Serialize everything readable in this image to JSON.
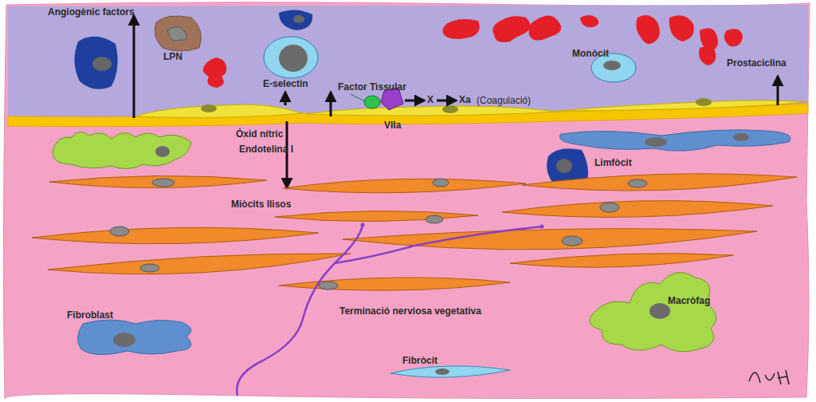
{
  "diagram": {
    "labels": [
      "Angiogènic factors",
      "LPN",
      "E-selectin",
      "Factor Tissular",
      "VIIa",
      "X",
      "Xa",
      "(Coagulació)",
      "Monòcit",
      "Prostaciclina",
      "Óxid nítric",
      "Endotelina I",
      "Limfòcit",
      "Miòcits llisos",
      "Terminació nerviosa vegetativa",
      "Fibroblast",
      "Macròfag",
      "Fibròcit"
    ]
  }
}
